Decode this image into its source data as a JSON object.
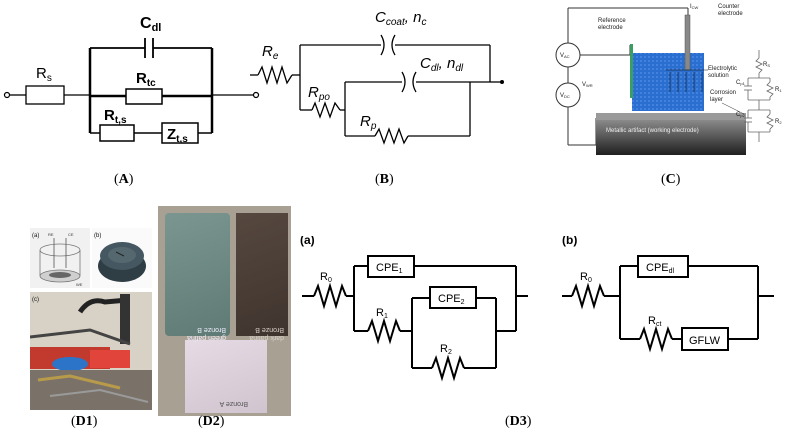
{
  "panel_a": {
    "caption_open": "(",
    "caption_letter": "A",
    "caption_close": ")",
    "cdl_main": "C",
    "cdl_sub": "dl",
    "rs_main": "R",
    "rs_sub": "s",
    "rtc_main": "R",
    "rtc_sub": "tc",
    "rts_main": "R",
    "rts_sub": "t,s",
    "zts_main": "Z",
    "zts_sub": "t,s"
  },
  "panel_b": {
    "caption_open": "(",
    "caption_letter": "B",
    "caption_close": ")",
    "re_main": "R",
    "re_sub": "e",
    "ccoat_main": "C",
    "ccoat_sub": "coat",
    "ccoat_sep": ", n",
    "ccoat_nsub": "c",
    "cdl_main": "C",
    "cdl_sub": "dl",
    "cdl_sep": ", n",
    "cdl_nsub": "dl",
    "rpo_main": "R",
    "rpo_sub": "po",
    "rp_main": "R",
    "rp_sub": "p"
  },
  "panel_c": {
    "caption_open": "(",
    "caption_letter": "C",
    "caption_close": ")",
    "icw": "I",
    "icw_sub": "CW",
    "counter_electrode": [
      "Counter",
      "electrode"
    ],
    "reference_electrode": [
      "Reference",
      "electrode"
    ],
    "vac": "V",
    "vac_sub": "AC",
    "vdc": "V",
    "vdc_sub": "DC",
    "vwr": "V",
    "vwr_sub": "WR",
    "electrolytic_solution": [
      "Electrolytic",
      "solution"
    ],
    "corrosion_layer": [
      "Corrosion",
      "layer"
    ],
    "metallic_artifact": "Metallic artifact (working electrode)",
    "rs": "R",
    "rs_sub": "S",
    "cp1": "C",
    "cp1_sub": "p1",
    "r1": "R",
    "r1_sub": "1",
    "cp2": "C",
    "cp2_sub": "p2",
    "r2": "R",
    "r2_sub": "2"
  },
  "panel_d1": {
    "caption_open": "(",
    "caption_letter": "D1",
    "caption_close": ")",
    "sub_a": "(a)",
    "sub_b": "(b)",
    "sub_c": "(c)",
    "re_tag": "RE",
    "ce_tag": "CE",
    "we_tag": "WE"
  },
  "panel_d2": {
    "caption_open": "(",
    "caption_letter": "D2",
    "caption_close": ")",
    "sample_green": [
      "Bronze B",
      "green patina"
    ],
    "sample_dark": [
      "Bronze B",
      "dark patina"
    ],
    "sample_a": "Bronze A"
  },
  "panel_d3": {
    "caption_open": "(",
    "caption_letter": "D3",
    "caption_close": ")",
    "sub_a": "(a)",
    "sub_b": "(b)",
    "a_r0": "R",
    "a_r0_sub": "0",
    "a_cpe1": "CPE",
    "a_cpe1_sub": "1",
    "a_r1": "R",
    "a_r1_sub": "1",
    "a_cpe2": "CPE",
    "a_cpe2_sub": "2",
    "a_r2": "R",
    "a_r2_sub": "2",
    "b_r0": "R",
    "b_r0_sub": "0",
    "b_cpedl": "CPE",
    "b_cpedl_sub": "dl",
    "b_rct": "R",
    "b_rct_sub": "ct",
    "b_gflw": "GFLW"
  },
  "colors": {
    "line": "#000000",
    "solution_blue": "#1f63c8",
    "electrode_green": "#3a9e63",
    "artifact_grey": "#5c5c5c",
    "patina_green": "#6f8c86",
    "patina_dark": "#4b4038",
    "bronze_a": "#dcd0dc"
  }
}
